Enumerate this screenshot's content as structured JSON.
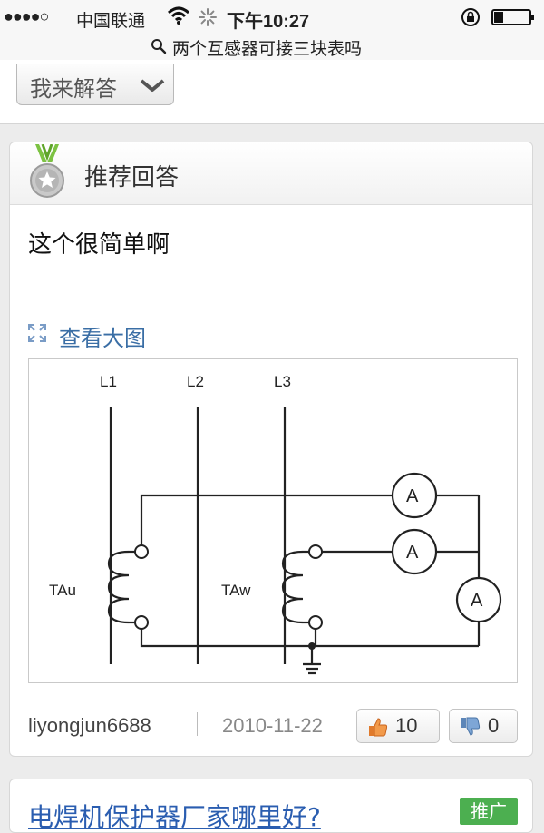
{
  "status_bar": {
    "signal": "●●●●○",
    "carrier": "中国联通",
    "time": "下午10:27"
  },
  "address_bar": {
    "page_title": "两个互感器可接三块表吗"
  },
  "answer_button": {
    "label": "我来解答"
  },
  "recommended": {
    "title": "推荐回答",
    "body": "这个很简单啊",
    "view_large": "查看大图",
    "diagram": {
      "line_labels": [
        "L1",
        "L2",
        "L3"
      ],
      "ct_labels": [
        "TAu",
        "TAw"
      ],
      "meter_label": "A"
    },
    "author": "liyongjun6688",
    "date": "2010-11-22",
    "upvotes": "10",
    "downvotes": "0"
  },
  "next_item": {
    "link_text": "电焊机保护器厂家哪里好?",
    "badge": "推广"
  },
  "colors": {
    "link_blue": "#3a6ea5",
    "promo_green": "#4caf50",
    "medal_green": "#7cc242"
  }
}
